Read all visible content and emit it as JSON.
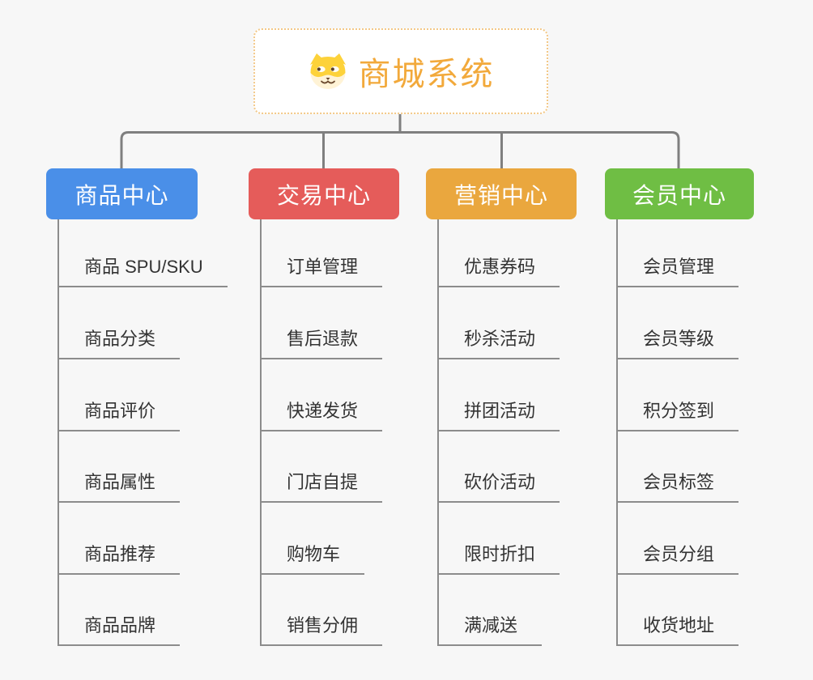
{
  "root": {
    "title": "商城系统",
    "icon": "doge-icon",
    "title_color": "#f2a93b",
    "border_color": "#f3c887"
  },
  "branches": [
    {
      "label": "商品中心",
      "color": "#4a8fe8",
      "items": [
        "商品 SPU/SKU",
        "商品分类",
        "商品评价",
        "商品属性",
        "商品推荐",
        "商品品牌"
      ]
    },
    {
      "label": "交易中心",
      "color": "#e55c5a",
      "items": [
        "订单管理",
        "售后退款",
        "快递发货",
        "门店自提",
        "购物车",
        "销售分佣"
      ]
    },
    {
      "label": "营销中心",
      "color": "#eaa73e",
      "items": [
        "优惠券码",
        "秒杀活动",
        "拼团活动",
        "砍价活动",
        "限时折扣",
        "满减送"
      ]
    },
    {
      "label": "会员中心",
      "color": "#6fbe44",
      "items": [
        "会员管理",
        "会员等级",
        "积分签到",
        "会员标签",
        "会员分组",
        "收货地址"
      ]
    }
  ],
  "colors": {
    "background": "#f7f7f7",
    "connector": "#7f7f7f",
    "leaf_line": "#8c8c8c",
    "leaf_text": "#333333"
  }
}
